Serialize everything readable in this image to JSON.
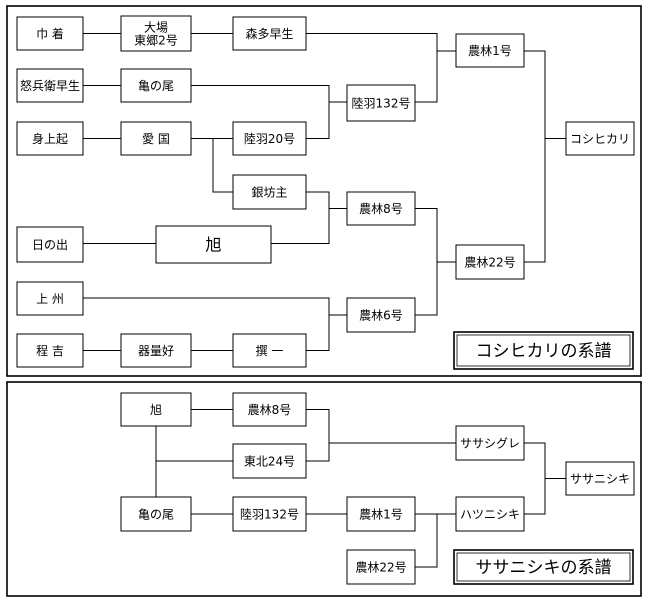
{
  "koshihikari_tree": {
    "title": "コシヒカリの系譜",
    "nodes": [
      {
        "id": "kinchaku",
        "label": "巾 着"
      },
      {
        "id": "oba",
        "label": "大場\n東郷2号"
      },
      {
        "id": "moritawase",
        "label": "森多早生"
      },
      {
        "id": "norin1",
        "label": "農林1号"
      },
      {
        "id": "dohei",
        "label": "怒兵衛早生"
      },
      {
        "id": "kamenoo",
        "label": "亀の尾"
      },
      {
        "id": "rikuu132",
        "label": "陸羽132号"
      },
      {
        "id": "koshihikari",
        "label": "コシヒカリ"
      },
      {
        "id": "mijoki",
        "label": "身上起"
      },
      {
        "id": "aikoku",
        "label": "愛 国"
      },
      {
        "id": "rikuu20",
        "label": "陸羽20号"
      },
      {
        "id": "ginbozu",
        "label": "銀坊主"
      },
      {
        "id": "norin8",
        "label": "農林8号"
      },
      {
        "id": "hinode",
        "label": "日の出"
      },
      {
        "id": "asahi",
        "label": "旭"
      },
      {
        "id": "norin22",
        "label": "農林22号"
      },
      {
        "id": "joshu",
        "label": "上 州"
      },
      {
        "id": "norin6",
        "label": "農林6号"
      },
      {
        "id": "teikichi",
        "label": "程 吉"
      },
      {
        "id": "kiryoyoshi",
        "label": "器量好"
      },
      {
        "id": "senichi",
        "label": "撰 一"
      }
    ]
  },
  "sasanishiki_tree": {
    "title": "ササニシキの系譜",
    "nodes": [
      {
        "id": "asahi",
        "label": "旭"
      },
      {
        "id": "norin8",
        "label": "農林8号"
      },
      {
        "id": "tohoku24",
        "label": "東北24号"
      },
      {
        "id": "sasashigure",
        "label": "ササシグレ"
      },
      {
        "id": "sasanishiki",
        "label": "ササニシキ"
      },
      {
        "id": "kamenoo",
        "label": "亀の尾"
      },
      {
        "id": "rikuu132",
        "label": "陸羽132号"
      },
      {
        "id": "norin1",
        "label": "農林1号"
      },
      {
        "id": "hatsunishiki",
        "label": "ハツニシキ"
      },
      {
        "id": "norin22",
        "label": "農林22号"
      }
    ]
  }
}
